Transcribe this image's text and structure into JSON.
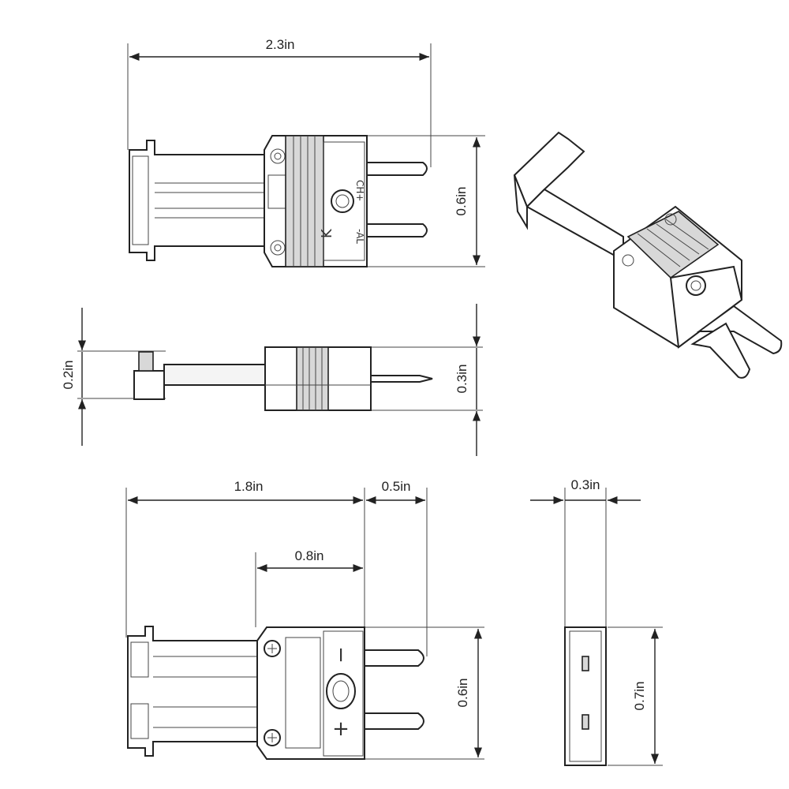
{
  "dimensions": {
    "top_width": "2.3in",
    "top_height": "0.6in",
    "side_left_height": "0.2in",
    "side_right_height": "0.3in",
    "bottom_overall": "1.8in",
    "bottom_pin": "0.5in",
    "bottom_body": "0.8in",
    "bottom_height": "0.6in",
    "end_width": "0.3in",
    "end_height": "0.7in"
  },
  "markings": {
    "type_letter": "K",
    "alloy_top": "CH+",
    "alloy_bottom": "-AL",
    "minus": "−",
    "plus": "+"
  }
}
